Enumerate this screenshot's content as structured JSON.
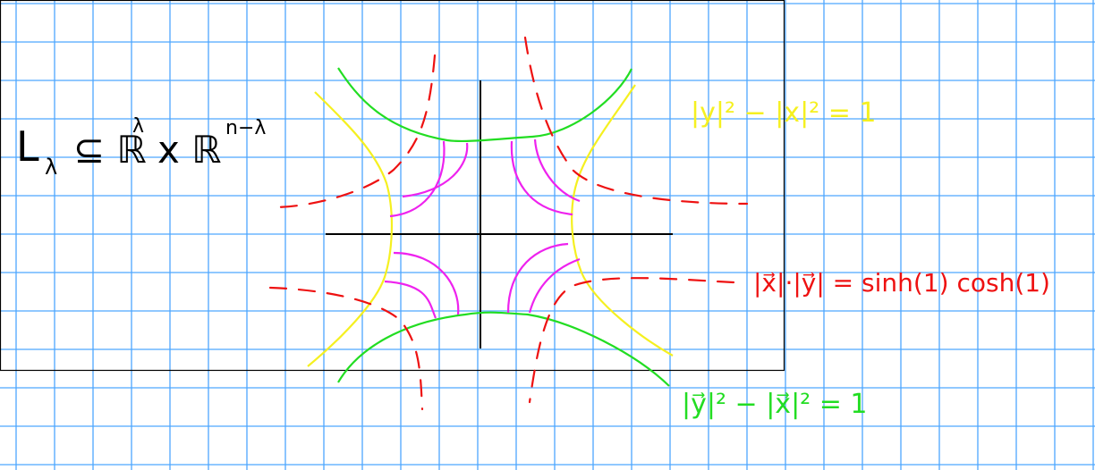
{
  "colors": {
    "grid": "#4da6ff",
    "axes": "#000000",
    "green": "#22dd22",
    "yellow": "#f5f020",
    "red": "#ee1111",
    "magenta": "#ee22ee",
    "border": "#000000"
  },
  "labels": {
    "title_L": "L",
    "title_sub": "λ",
    "title_rest": "⊆ ℝ",
    "title_exp1": "λ",
    "title_times": "x ℝ",
    "title_exp2": "n−λ",
    "yellow_eq": "|y|² − |x|² = 1",
    "red_eq": "|x⃗|·|y⃗| = sinh(1) cosh(1)",
    "green_eq": "|y⃗|² − |x⃗|² = 1"
  }
}
